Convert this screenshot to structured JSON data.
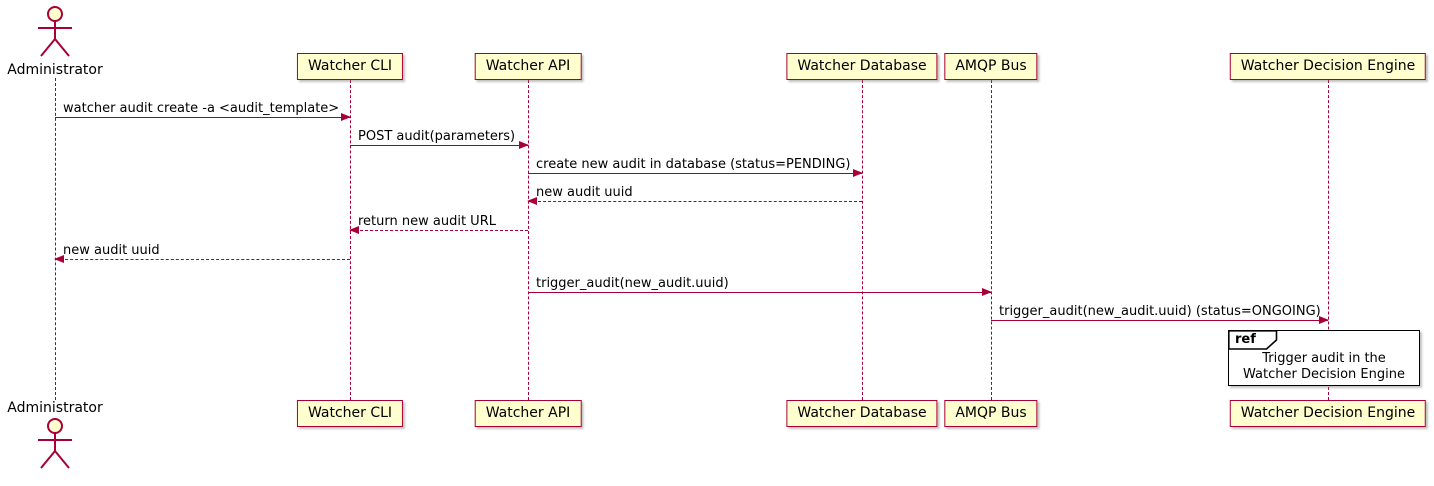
{
  "diagram": {
    "type": "sequence",
    "participants": [
      {
        "name": "Administrator",
        "kind": "actor"
      },
      {
        "name": "Watcher CLI",
        "kind": "participant"
      },
      {
        "name": "Watcher API",
        "kind": "participant"
      },
      {
        "name": "Watcher Database",
        "kind": "participant"
      },
      {
        "name": "AMQP Bus",
        "kind": "participant"
      },
      {
        "name": "Watcher Decision Engine",
        "kind": "participant"
      }
    ],
    "messages": [
      {
        "from": "Administrator",
        "to": "Watcher CLI",
        "style": "solid",
        "label": "watcher audit create -a <audit_template>"
      },
      {
        "from": "Watcher CLI",
        "to": "Watcher API",
        "style": "solid",
        "label": "POST audit(parameters)"
      },
      {
        "from": "Watcher API",
        "to": "Watcher Database",
        "style": "solid",
        "label": "create new audit in database (status=PENDING)"
      },
      {
        "from": "Watcher Database",
        "to": "Watcher API",
        "style": "dashed",
        "label": "new audit uuid"
      },
      {
        "from": "Watcher API",
        "to": "Watcher CLI",
        "style": "dashed",
        "label": "return new audit URL"
      },
      {
        "from": "Watcher CLI",
        "to": "Administrator",
        "style": "dashed",
        "label": "new audit uuid"
      },
      {
        "from": "Watcher API",
        "to": "AMQP Bus",
        "style": "solid",
        "label": "trigger_audit(new_audit.uuid)"
      },
      {
        "from": "AMQP Bus",
        "to": "Watcher Decision Engine",
        "style": "solid",
        "label": "trigger_audit(new_audit.uuid) (status=ONGOING)"
      }
    ],
    "ref": {
      "keyword": "ref",
      "lines": [
        "Trigger audit in the",
        "Watcher Decision Engine"
      ]
    },
    "colors": {
      "participant_fill": "#FEFECE",
      "line_color": "#A80036",
      "text_color": "#000000",
      "ref_border": "#000000",
      "background": "#FFFFFF"
    }
  }
}
